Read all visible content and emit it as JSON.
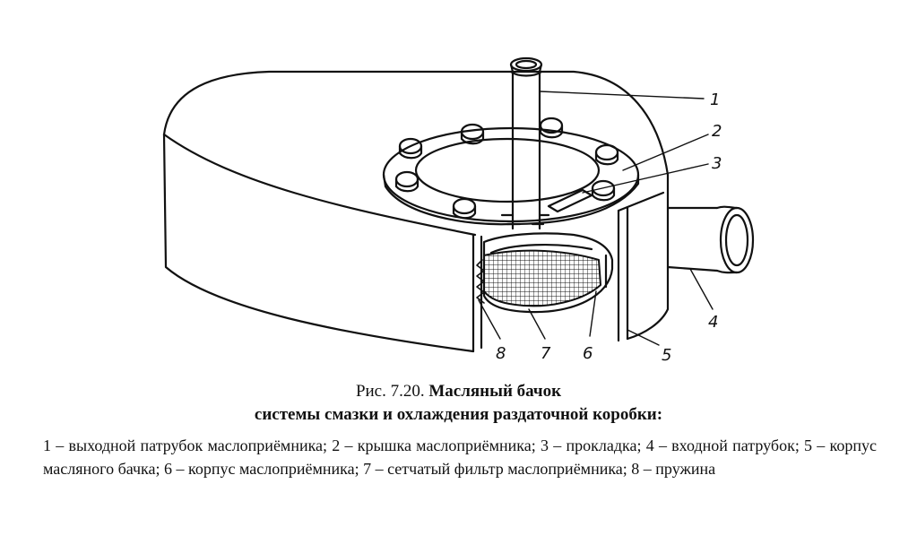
{
  "callouts": [
    "1",
    "2",
    "3",
    "4",
    "5",
    "6",
    "7",
    "8"
  ],
  "caption": {
    "prefix": "Рис. 7.20.",
    "title_line1": "Масляный бачок",
    "title_line2": "системы смазки и охлаждения раздаточной коробки:"
  },
  "legend": {
    "text": "1 – выходной патрубок маслоприёмника; 2 – крышка маслоприёмника; 3 – прокладка; 4 – входной патрубок; 5 – корпус масляного бачка; 6 – корпус маслоприёмника; 7 – сетчатый фильтр маслоприёмника; 8 – пружина"
  }
}
